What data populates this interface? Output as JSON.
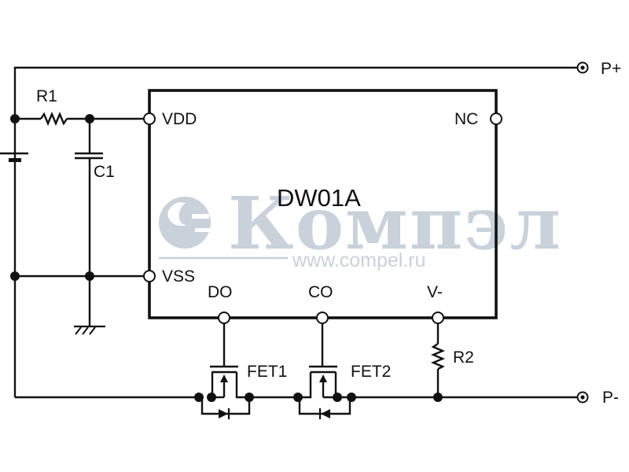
{
  "diagram": {
    "chip_name": "DW01A",
    "chip_pins": {
      "vdd": "VDD",
      "vss": "VSS",
      "nc": "NC",
      "do": "DO",
      "co": "CO",
      "vminus": "V-"
    },
    "components": {
      "r1": "R1",
      "r2": "R2",
      "c1": "C1",
      "fet1": "FET1",
      "fet2": "FET2"
    },
    "terminals": {
      "p_plus": "P+",
      "p_minus": "P-"
    },
    "watermark": {
      "brand": "Компэл",
      "url": "www.compel.ru",
      "color": "#c9d1da"
    },
    "colors": {
      "line": "#111111",
      "background": "#ffffff"
    }
  }
}
